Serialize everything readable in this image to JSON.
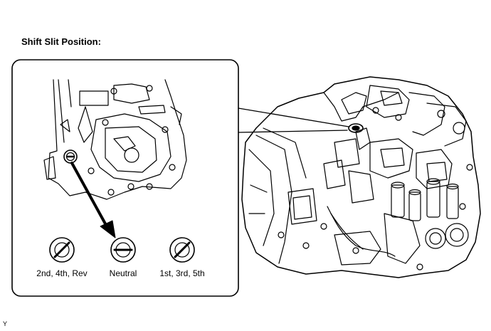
{
  "heading": "Shift Slit Position:",
  "positions": [
    {
      "label": "2nd, 4th, Rev",
      "slit": "diagonal"
    },
    {
      "label": "Neutral",
      "slit": "horizontal"
    },
    {
      "label": "1st, 3rd, 5th",
      "slit": "diagonal"
    }
  ],
  "corner_mark": "Y"
}
